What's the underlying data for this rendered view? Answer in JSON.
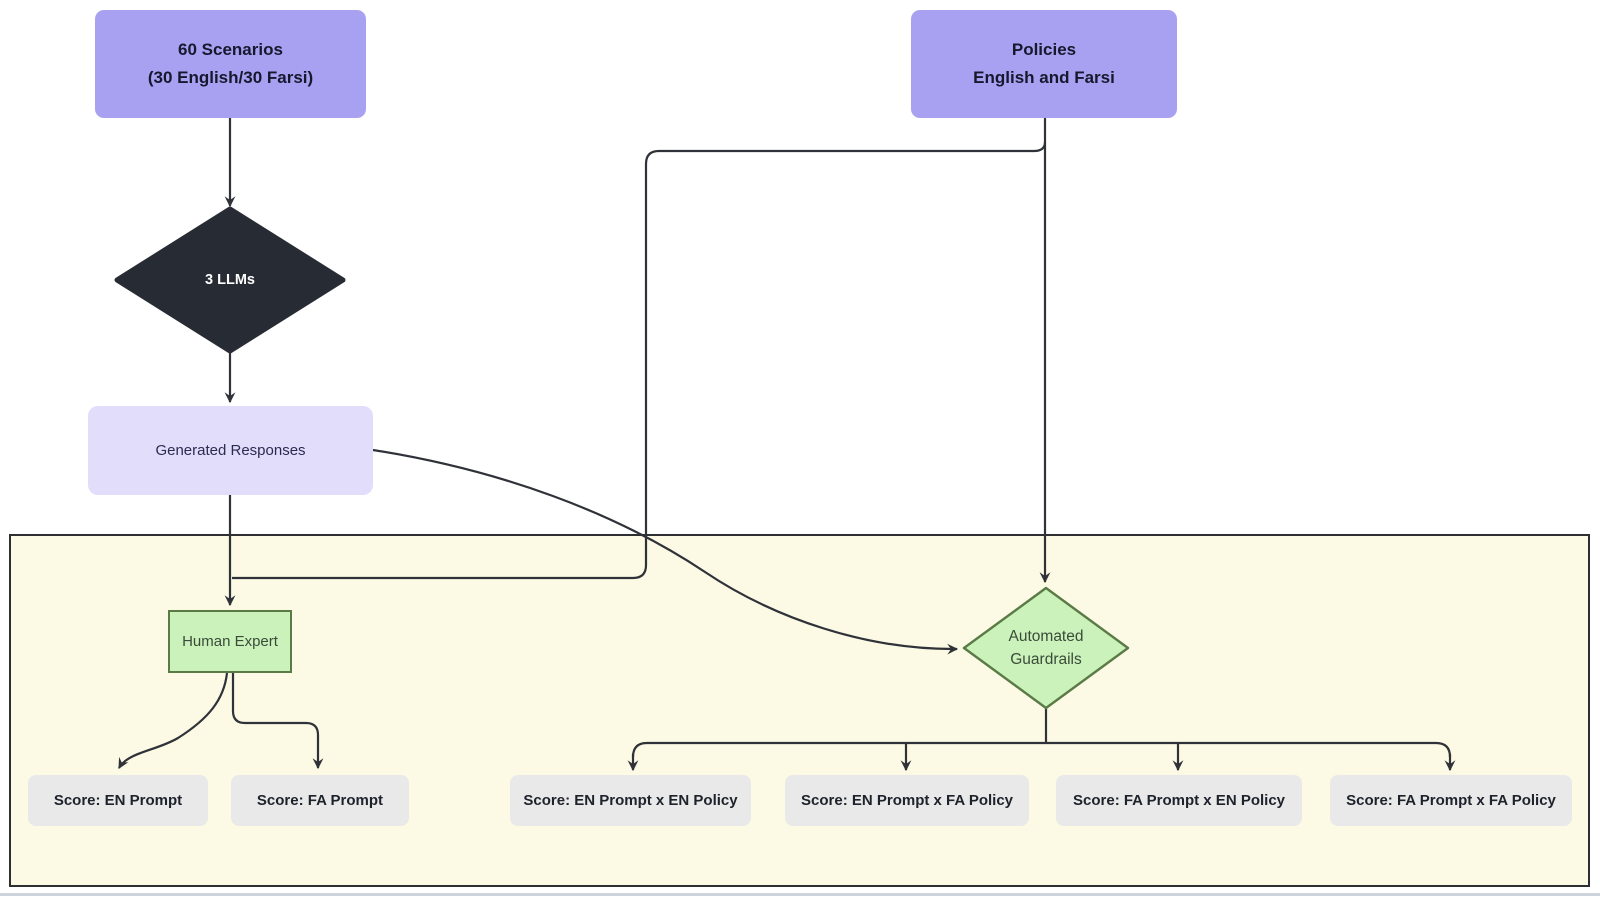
{
  "diagram_type": "flowchart",
  "nodes": {
    "scenarios": {
      "lines": [
        "60 Scenarios",
        "(30 English/30 Farsi)"
      ]
    },
    "policies": {
      "lines": [
        "Policies",
        "English and Farsi"
      ]
    },
    "llms": {
      "label": "3 LLMs"
    },
    "generated": {
      "label": "Generated Responses"
    },
    "human_expert": {
      "label": "Human Expert"
    },
    "guardrails": {
      "lines": [
        "Automated",
        "Guardrails"
      ]
    },
    "scores": [
      {
        "label": "Score: EN Prompt"
      },
      {
        "label": "Score: FA Prompt"
      },
      {
        "label": "Score: EN Prompt x EN Policy"
      },
      {
        "label": "Score: EN Prompt x FA Policy"
      },
      {
        "label": "Score: FA Prompt x EN Policy"
      },
      {
        "label": "Score: FA Prompt x FA Policy"
      }
    ]
  },
  "edges": [
    {
      "from": "scenarios",
      "to": "llms"
    },
    {
      "from": "llms",
      "to": "generated"
    },
    {
      "from": "generated",
      "to": "human_expert"
    },
    {
      "from": "policies",
      "to": "guardrails"
    },
    {
      "from": "policies",
      "to": "human_expert"
    },
    {
      "from": "generated",
      "to": "guardrails"
    },
    {
      "from": "human_expert",
      "to": "score_en_prompt"
    },
    {
      "from": "human_expert",
      "to": "score_fa_prompt"
    },
    {
      "from": "guardrails",
      "to": "score_en_prompt_x_en_policy"
    },
    {
      "from": "guardrails",
      "to": "score_en_prompt_x_fa_policy"
    },
    {
      "from": "guardrails",
      "to": "score_fa_prompt_x_en_policy"
    },
    {
      "from": "guardrails",
      "to": "score_fa_prompt_x_fa_policy"
    }
  ],
  "colors": {
    "input_fill": "#a8a1f2",
    "llms_fill": "#272b33",
    "generated_fill": "#e2ddfb",
    "eval_container_fill": "#fcf9e4",
    "green_fill": "#ccf2bc",
    "green_border": "#5a7a46",
    "score_fill": "#e9e9ea",
    "edge_color": "#2f3238",
    "input_text": "#16182e",
    "llms_text": "#ffffff",
    "green_text": "#394b39",
    "score_text": "#1e222b"
  }
}
